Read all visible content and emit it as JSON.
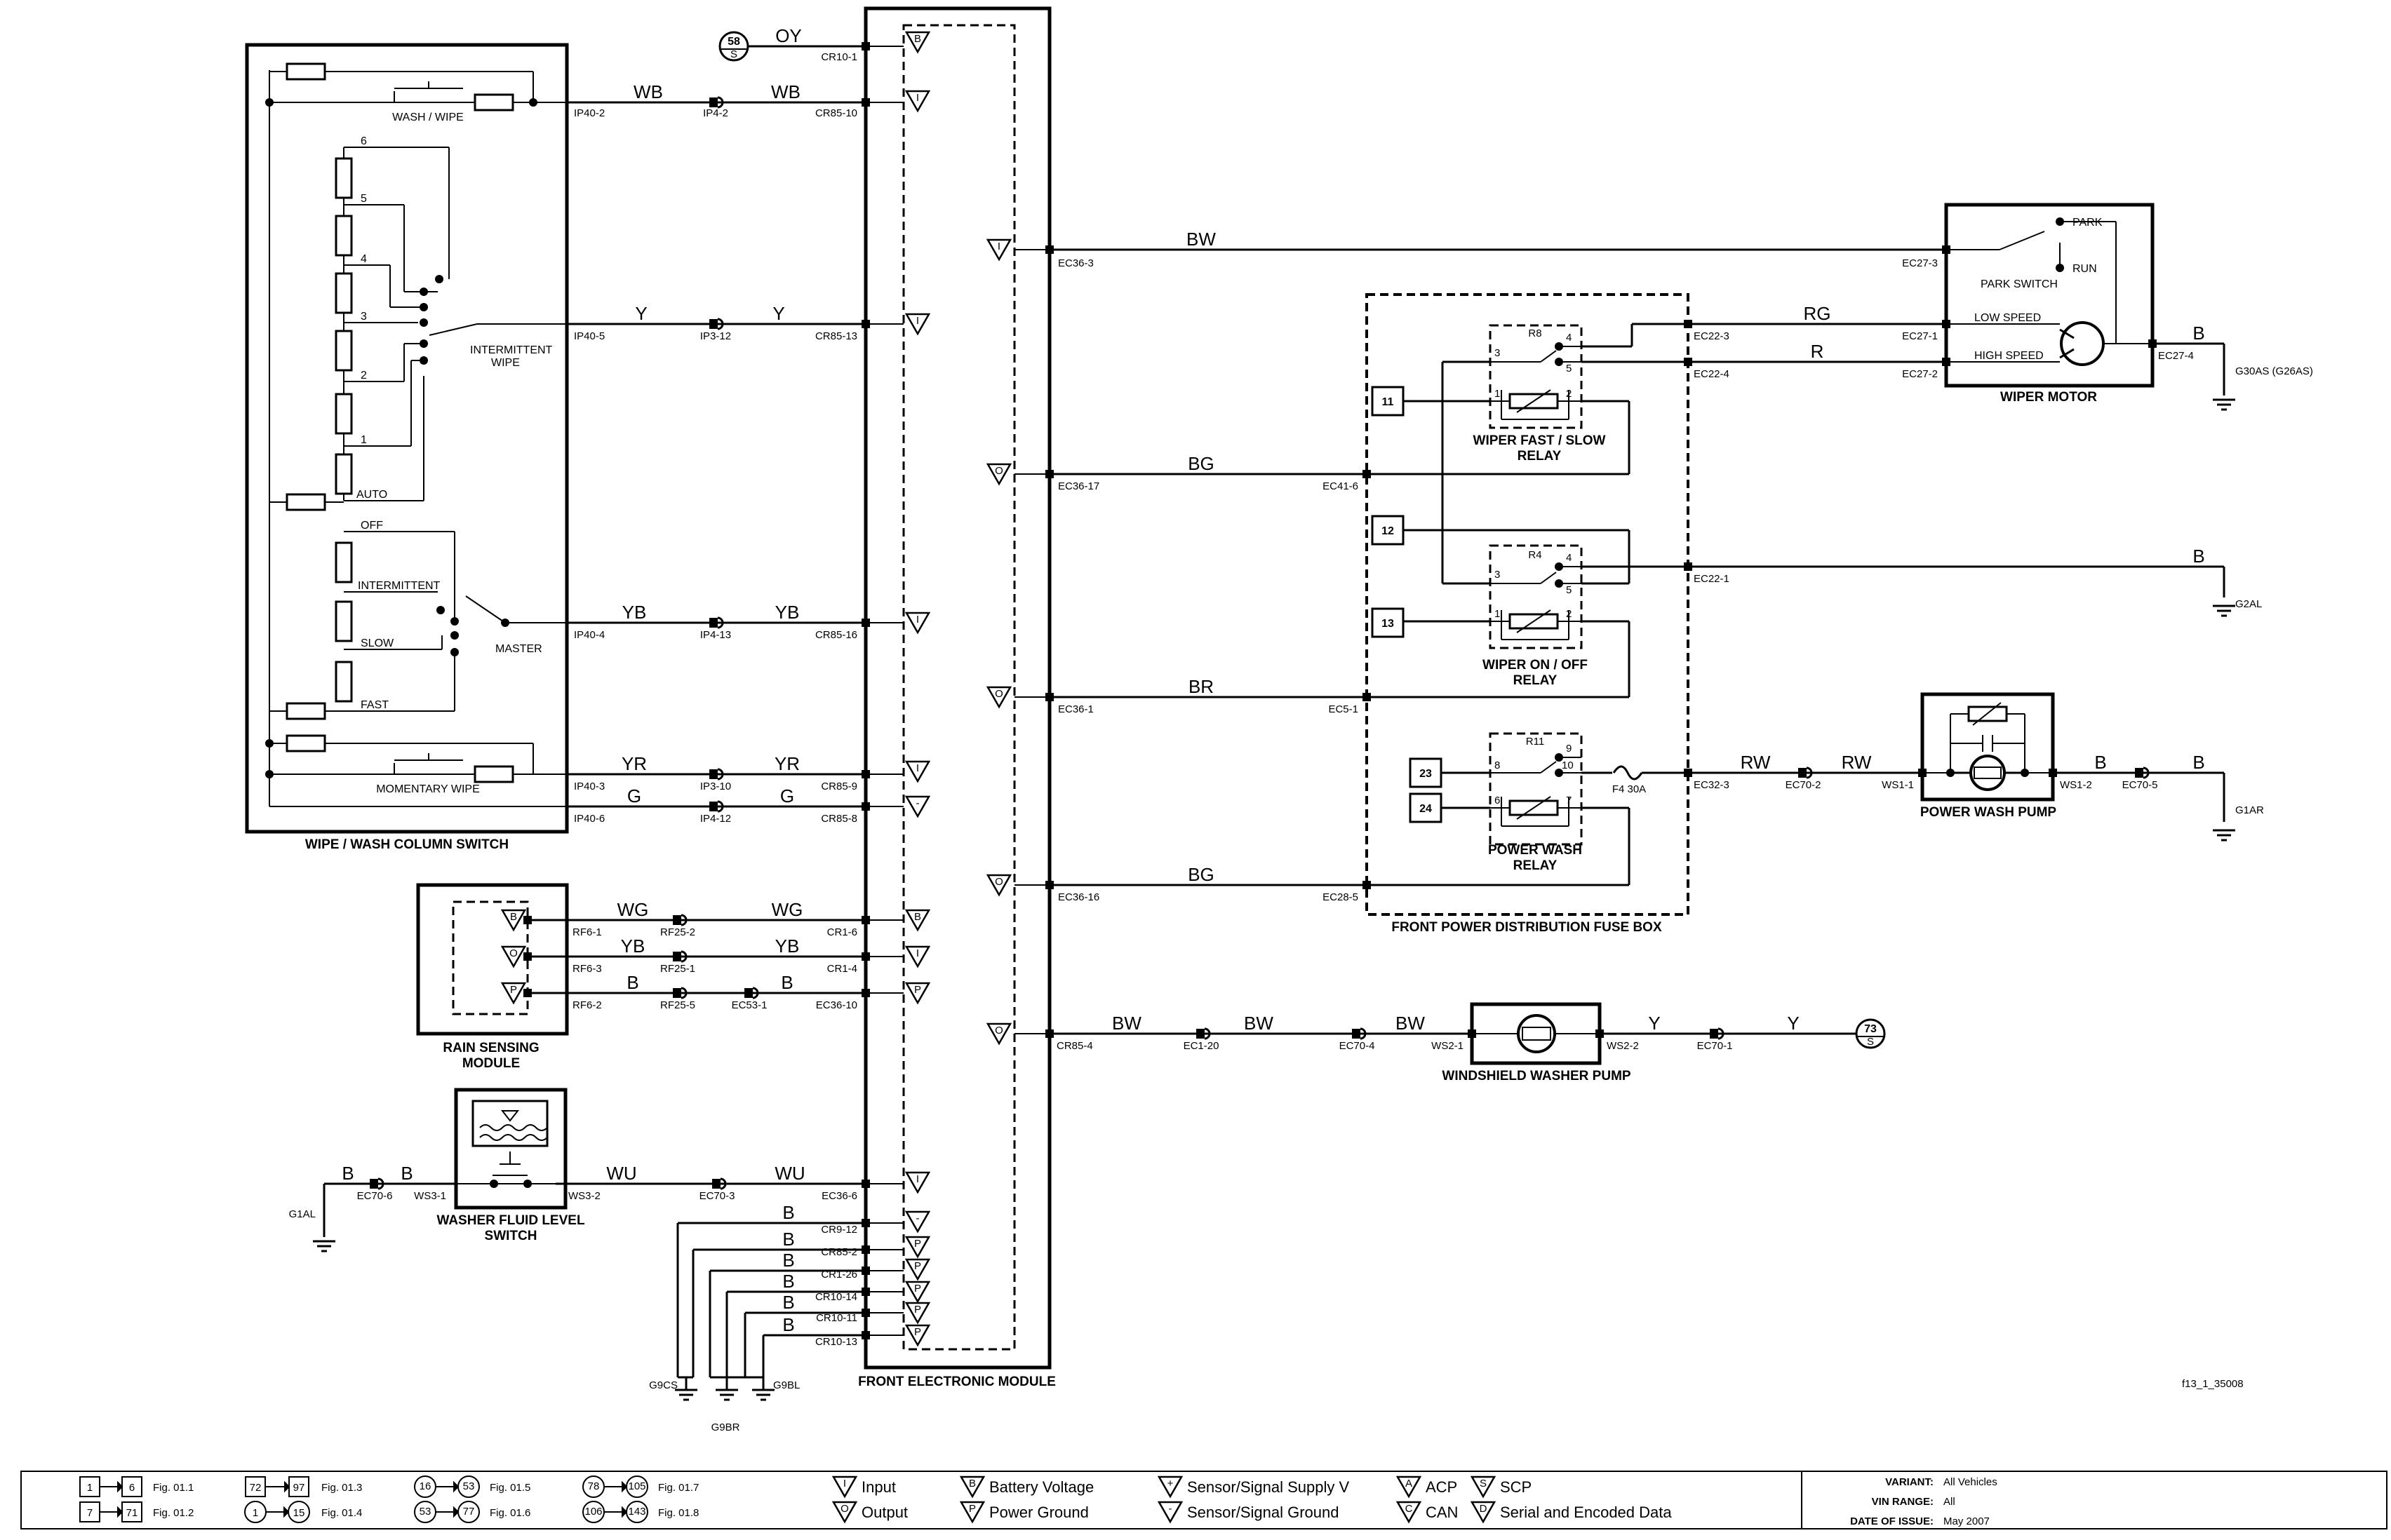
{
  "components": {
    "column_switch": "WIPE / WASH COLUMN SWITCH",
    "fem": "FRONT ELECTRONIC MODULE",
    "rain_module": "RAIN SENSING\nMODULE",
    "fluid_switch": "WASHER FLUID LEVEL\nSWITCH",
    "fuse_box": "FRONT POWER DISTRIBUTION FUSE BOX",
    "wiper_motor": "WIPER MOTOR",
    "washer_pump": "WINDSHIELD WASHER PUMP",
    "power_wash_pump": "POWER WASH PUMP",
    "relay_fast_slow": "WIPER FAST / SLOW\nRELAY",
    "relay_on_off": "WIPER ON / OFF\nRELAY",
    "relay_power_wash": "POWER WASH\nRELAY"
  },
  "switch_labels": {
    "wash_wipe": "WASH / WIPE",
    "momentary": "MOMENTARY WIPE",
    "intermittent_wipe": "INTERMITTENT\nWIPE",
    "master": "MASTER",
    "auto": "AUTO",
    "off": "OFF",
    "intermittent": "INTERMITTENT",
    "slow": "SLOW",
    "fast": "FAST",
    "positions": [
      "6",
      "5",
      "4",
      "3",
      "2",
      "1"
    ]
  },
  "motor_labels": {
    "park": "PARK",
    "run": "RUN",
    "park_switch": "PARK SWITCH",
    "low_speed": "LOW SPEED",
    "high_speed": "HIGH SPEED"
  },
  "relays": {
    "r8": "R8",
    "r4": "R4",
    "r11": "R11",
    "fuse": "F4 30A",
    "fuse_sources": [
      "11",
      "12",
      "13",
      "23",
      "24"
    ],
    "r8_pins": [
      "4",
      "3",
      "5",
      "1",
      "2"
    ],
    "r4_pins": [
      "4",
      "3",
      "5",
      "1",
      "2"
    ],
    "r11_pins": [
      "9",
      "8",
      "10",
      "6",
      "7"
    ]
  },
  "wires": [
    {
      "color": "OY",
      "from": "CR10-1",
      "to": "58"
    },
    {
      "color": "WB",
      "conn": [
        "IP40-2",
        "IP4-2",
        "CR85-10"
      ]
    },
    {
      "color": "Y",
      "conn": [
        "IP40-5",
        "IP3-12",
        "CR85-13"
      ]
    },
    {
      "color": "YB",
      "conn": [
        "IP40-4",
        "IP4-13",
        "CR85-16"
      ]
    },
    {
      "color": "YR",
      "conn": [
        "IP40-3",
        "IP3-10",
        "CR85-9"
      ]
    },
    {
      "color": "G",
      "conn": [
        "IP40-6",
        "IP4-12",
        "CR85-8"
      ]
    },
    {
      "color": "WG",
      "conn": [
        "RF6-1",
        "RF25-2",
        "CR1-6"
      ]
    },
    {
      "color": "YB",
      "conn": [
        "RF6-3",
        "RF25-1",
        "CR1-4"
      ]
    },
    {
      "color": "B",
      "conn": [
        "RF6-2",
        "RF25-5",
        "EC53-1",
        "EC36-10"
      ]
    },
    {
      "color": "WU",
      "conn": [
        "WS3-2",
        "EC70-3",
        "EC36-6"
      ]
    },
    {
      "color": "B",
      "conn": [
        "WS3-1",
        "EC70-6",
        "G1AL"
      ]
    },
    {
      "color": "BW",
      "conn": [
        "EC36-3",
        "EC27-3"
      ]
    },
    {
      "color": "BG",
      "conn": [
        "EC36-17",
        "EC41-6"
      ]
    },
    {
      "color": "BR",
      "conn": [
        "EC36-1",
        "EC5-1"
      ]
    },
    {
      "color": "BG",
      "conn": [
        "EC36-16",
        "EC28-5"
      ]
    },
    {
      "color": "BW",
      "conn": [
        "CR85-4",
        "EC1-20",
        "EC70-4",
        "WS2-1"
      ]
    },
    {
      "color": "Y",
      "conn": [
        "WS2-2",
        "EC70-1",
        "73"
      ]
    },
    {
      "color": "RG",
      "conn": [
        "EC22-3",
        "EC27-1"
      ]
    },
    {
      "color": "R",
      "conn": [
        "EC22-4",
        "EC27-2"
      ]
    },
    {
      "color": "B",
      "conn": [
        "EC27-4",
        "G30AS (G26AS)"
      ]
    },
    {
      "color": "B",
      "conn": [
        "EC22-1",
        "G2AL"
      ]
    },
    {
      "color": "RW",
      "conn": [
        "EC32-3",
        "EC70-2",
        "WS1-1"
      ]
    },
    {
      "color": "B",
      "conn": [
        "WS1-2",
        "EC70-5",
        "G1AR"
      ]
    }
  ],
  "ground_pins": [
    "CR9-12",
    "CR85-2",
    "CR1-26",
    "CR10-14",
    "CR10-11",
    "CR10-13"
  ],
  "ground_points": [
    "G9CS",
    "G9BR",
    "G9BL"
  ],
  "ground_wire_color": "B",
  "offpage": [
    "58",
    "73"
  ],
  "offpage_sub": "S",
  "figure_ref": "f13_1_35008",
  "legend": {
    "figs": [
      {
        "a": "1",
        "b": "6",
        "fig": "Fig. 01.1"
      },
      {
        "a": "7",
        "b": "71",
        "fig": "Fig. 01.2"
      },
      {
        "a": "72",
        "b": "97",
        "fig": "Fig. 01.3"
      },
      {
        "a": "1",
        "b": "15",
        "fig": "Fig. 01.4"
      },
      {
        "a": "16",
        "b": "53",
        "fig": "Fig. 01.5"
      },
      {
        "a": "53",
        "b": "77",
        "fig": "Fig. 01.6"
      },
      {
        "a": "78",
        "b": "105",
        "fig": "Fig. 01.7"
      },
      {
        "a": "106",
        "b": "143",
        "fig": "Fig. 01.8"
      }
    ],
    "symbols": [
      {
        "sym": "I",
        "label": "Input"
      },
      {
        "sym": "O",
        "label": "Output"
      },
      {
        "sym": "B",
        "label": "Battery Voltage"
      },
      {
        "sym": "P",
        "label": "Power Ground"
      },
      {
        "sym": "+",
        "label": "Sensor/Signal Supply V"
      },
      {
        "sym": "-",
        "label": "Sensor/Signal Ground"
      },
      {
        "sym": "A",
        "label": "ACP"
      },
      {
        "sym": "C",
        "label": "CAN"
      },
      {
        "sym": "S",
        "label": "SCP"
      },
      {
        "sym": "D",
        "label": "Serial and Encoded Data"
      }
    ],
    "info": [
      {
        "k": "VARIANT:",
        "v": "All Vehicles"
      },
      {
        "k": "VIN RANGE:",
        "v": "All"
      },
      {
        "k": "DATE OF ISSUE:",
        "v": "May 2007"
      }
    ]
  }
}
